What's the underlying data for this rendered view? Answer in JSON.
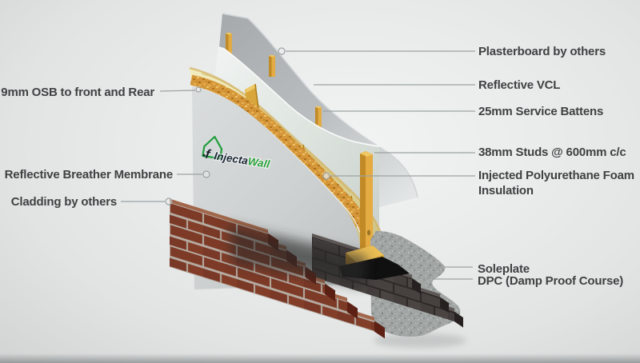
{
  "meta": {
    "description": "InjectaWall injected polyurethane insulated timber-frame wall construction cutaway diagram"
  },
  "brand": {
    "name": "InjectaWall",
    "part_dark": "Injecta",
    "part_green": "Wall",
    "icon": "house-syringe-icon",
    "icon_glyph": "f",
    "green": "#1f9e3a",
    "dark": "#1b2836"
  },
  "callouts": {
    "right": [
      {
        "id": "plasterboard",
        "text": "Plasterboard by others"
      },
      {
        "id": "vcl",
        "text": "Reflective VCL"
      },
      {
        "id": "battens",
        "text": "25mm Service Battens"
      },
      {
        "id": "studs",
        "text": "38mm Studs @ 600mm c/c"
      },
      {
        "id": "foam",
        "text": "Injected Polyurethane Foam Insulation"
      },
      {
        "id": "soleplate",
        "text": "Soleplate"
      },
      {
        "id": "dpc",
        "text": "DPC (Damp Proof Course)"
      }
    ],
    "left": [
      {
        "id": "osb",
        "text": "9mm OSB to front and Rear"
      },
      {
        "id": "membrane",
        "text": "Reflective Breather Membrane"
      },
      {
        "id": "cladding",
        "text": "Cladding by others"
      }
    ]
  },
  "components": [
    {
      "id": "plasterboard-sheet",
      "color": "#b9bdbf"
    },
    {
      "id": "reflective-vcl-sheet",
      "color": "#e2e8e4"
    },
    {
      "id": "service-battens",
      "color": "#e2ab44"
    },
    {
      "id": "timber-studs",
      "color": "#d9a63c"
    },
    {
      "id": "polyurethane-foam",
      "color": "#e8e0a4"
    },
    {
      "id": "osb-board",
      "color": "#d59739"
    },
    {
      "id": "breather-membrane-face",
      "color": "#cdd1d1"
    },
    {
      "id": "brick-cladding",
      "color": "#7d3b27"
    },
    {
      "id": "blockwork",
      "color": "#474140"
    },
    {
      "id": "soleplate-timber",
      "color": "#ecbf55"
    },
    {
      "id": "dpc-membrane",
      "color": "#101010"
    },
    {
      "id": "concrete-foundation",
      "color": "#a9aeac"
    }
  ],
  "palette": {
    "background": "#e9ebeb",
    "leader_line": "#9ca2a2",
    "label_text": "#3f4142"
  }
}
